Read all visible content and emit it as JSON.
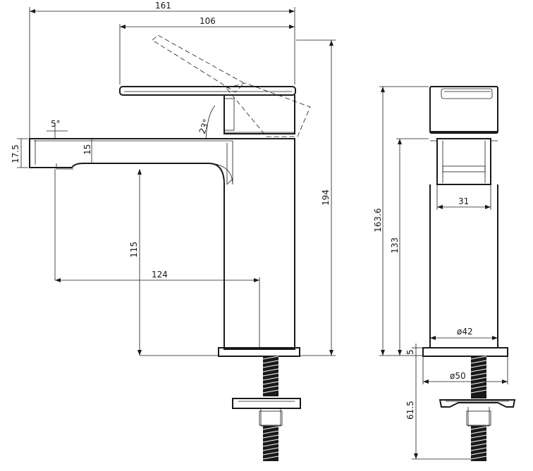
{
  "dimensions": {
    "overall_length": "161",
    "handle_length": "106",
    "angle_spout": "5°",
    "angle_handle": "23°",
    "spout_end_height": "17.5",
    "spout_thickness": "15",
    "spout_clearance": "115",
    "spout_reach": "124",
    "overall_height": "194",
    "height_to_handle": "163.6",
    "height_to_spout": "133",
    "body_width": "31",
    "body_diameter": "ø42",
    "base_thickness": "5",
    "base_diameter": "ø50",
    "shank_length": "61.5"
  },
  "colors": {
    "line": "#1a1a1a",
    "background": "#ffffff"
  }
}
